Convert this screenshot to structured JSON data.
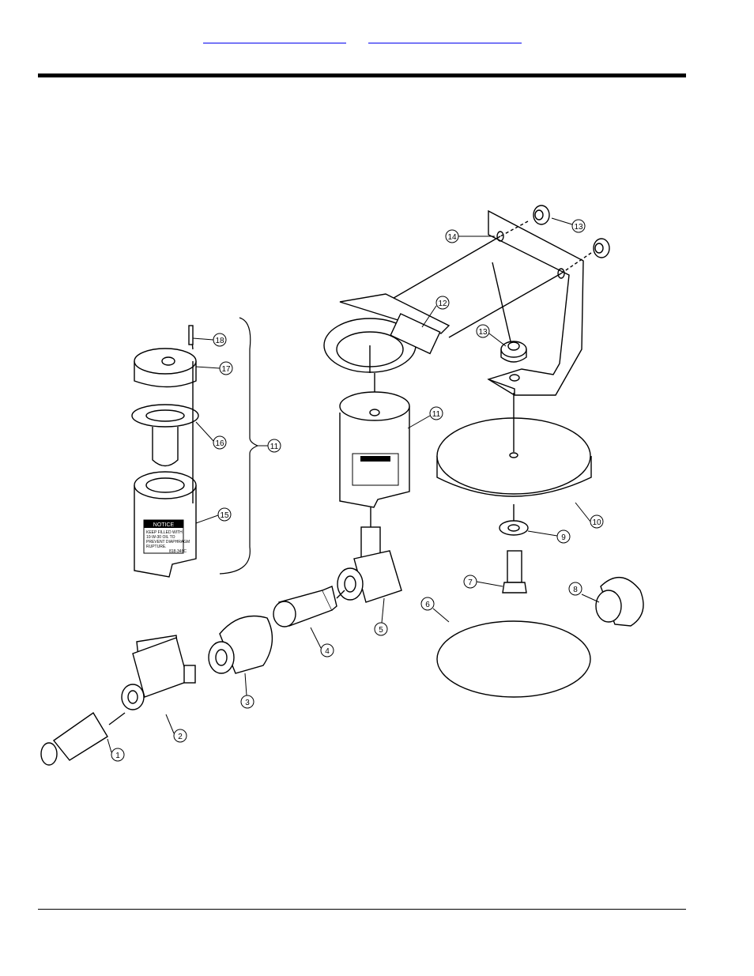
{
  "header": {
    "links": [
      {
        "text": ""
      },
      {
        "text": ""
      }
    ]
  },
  "diagram": {
    "callouts": [
      "1",
      "2",
      "3",
      "4",
      "5",
      "6",
      "7",
      "8",
      "9",
      "10",
      "11",
      "11",
      "12",
      "13",
      "13",
      "14",
      "15",
      "16",
      "17",
      "18"
    ],
    "notice_label_title": "NOTICE",
    "notice_label_lines": [
      "KEEP FILLED WITH",
      "10-W-30 OIL TO",
      "PREVENT DIAPHRAGM",
      "RUPTURE."
    ],
    "notice_label_part": "818-346C"
  }
}
